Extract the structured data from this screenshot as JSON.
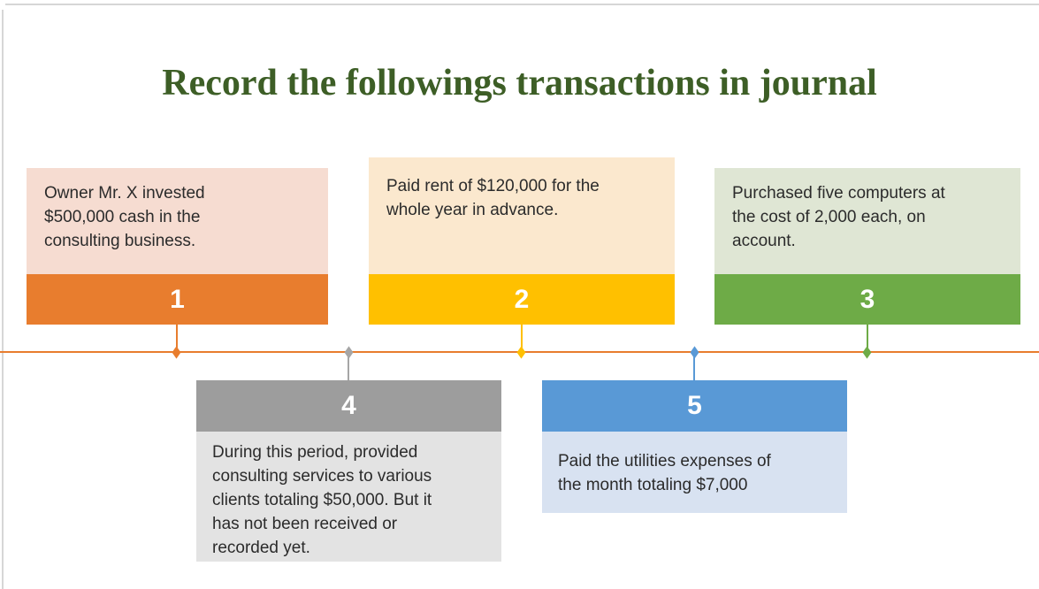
{
  "slide": {
    "title": "Record the followings transactions in journal",
    "title_color": "#3D5E26",
    "background": "#FFFFFF"
  },
  "timeline": {
    "line_color": "#E87D2E"
  },
  "transactions": [
    {
      "number": "1",
      "text": "Owner Mr. X invested\n$500,000 cash in the\nconsulting business.",
      "bar_color": "#E87D2E",
      "fill_color": "#F6DCD1",
      "connector_color": "#E87D2E",
      "position": "above-timeline"
    },
    {
      "number": "2",
      "text": "Paid rent of $120,000 for the\nwhole year in advance.",
      "bar_color": "#FFC000",
      "fill_color": "#FBE8CE",
      "connector_color": "#FFC000",
      "position": "above-timeline"
    },
    {
      "number": "3",
      "text": "Purchased five computers at\nthe cost of 2,000 each, on\naccount.",
      "bar_color": "#6EAB47",
      "fill_color": "#DFE6D4",
      "connector_color": "#6EAB47",
      "position": "above-timeline"
    },
    {
      "number": "4",
      "text": "During this period, provided\nconsulting services to various\nclients totaling $50,000. But it\nhas not been received or\nrecorded yet.",
      "bar_color": "#9D9D9D",
      "fill_color": "#E3E3E3",
      "connector_color": "#A6A6A6",
      "position": "below-timeline"
    },
    {
      "number": "5",
      "text": "Paid the utilities expenses of\nthe month totaling $7,000",
      "bar_color": "#5999D6",
      "fill_color": "#D8E2F1",
      "connector_color": "#5999D6",
      "position": "below-timeline"
    }
  ]
}
